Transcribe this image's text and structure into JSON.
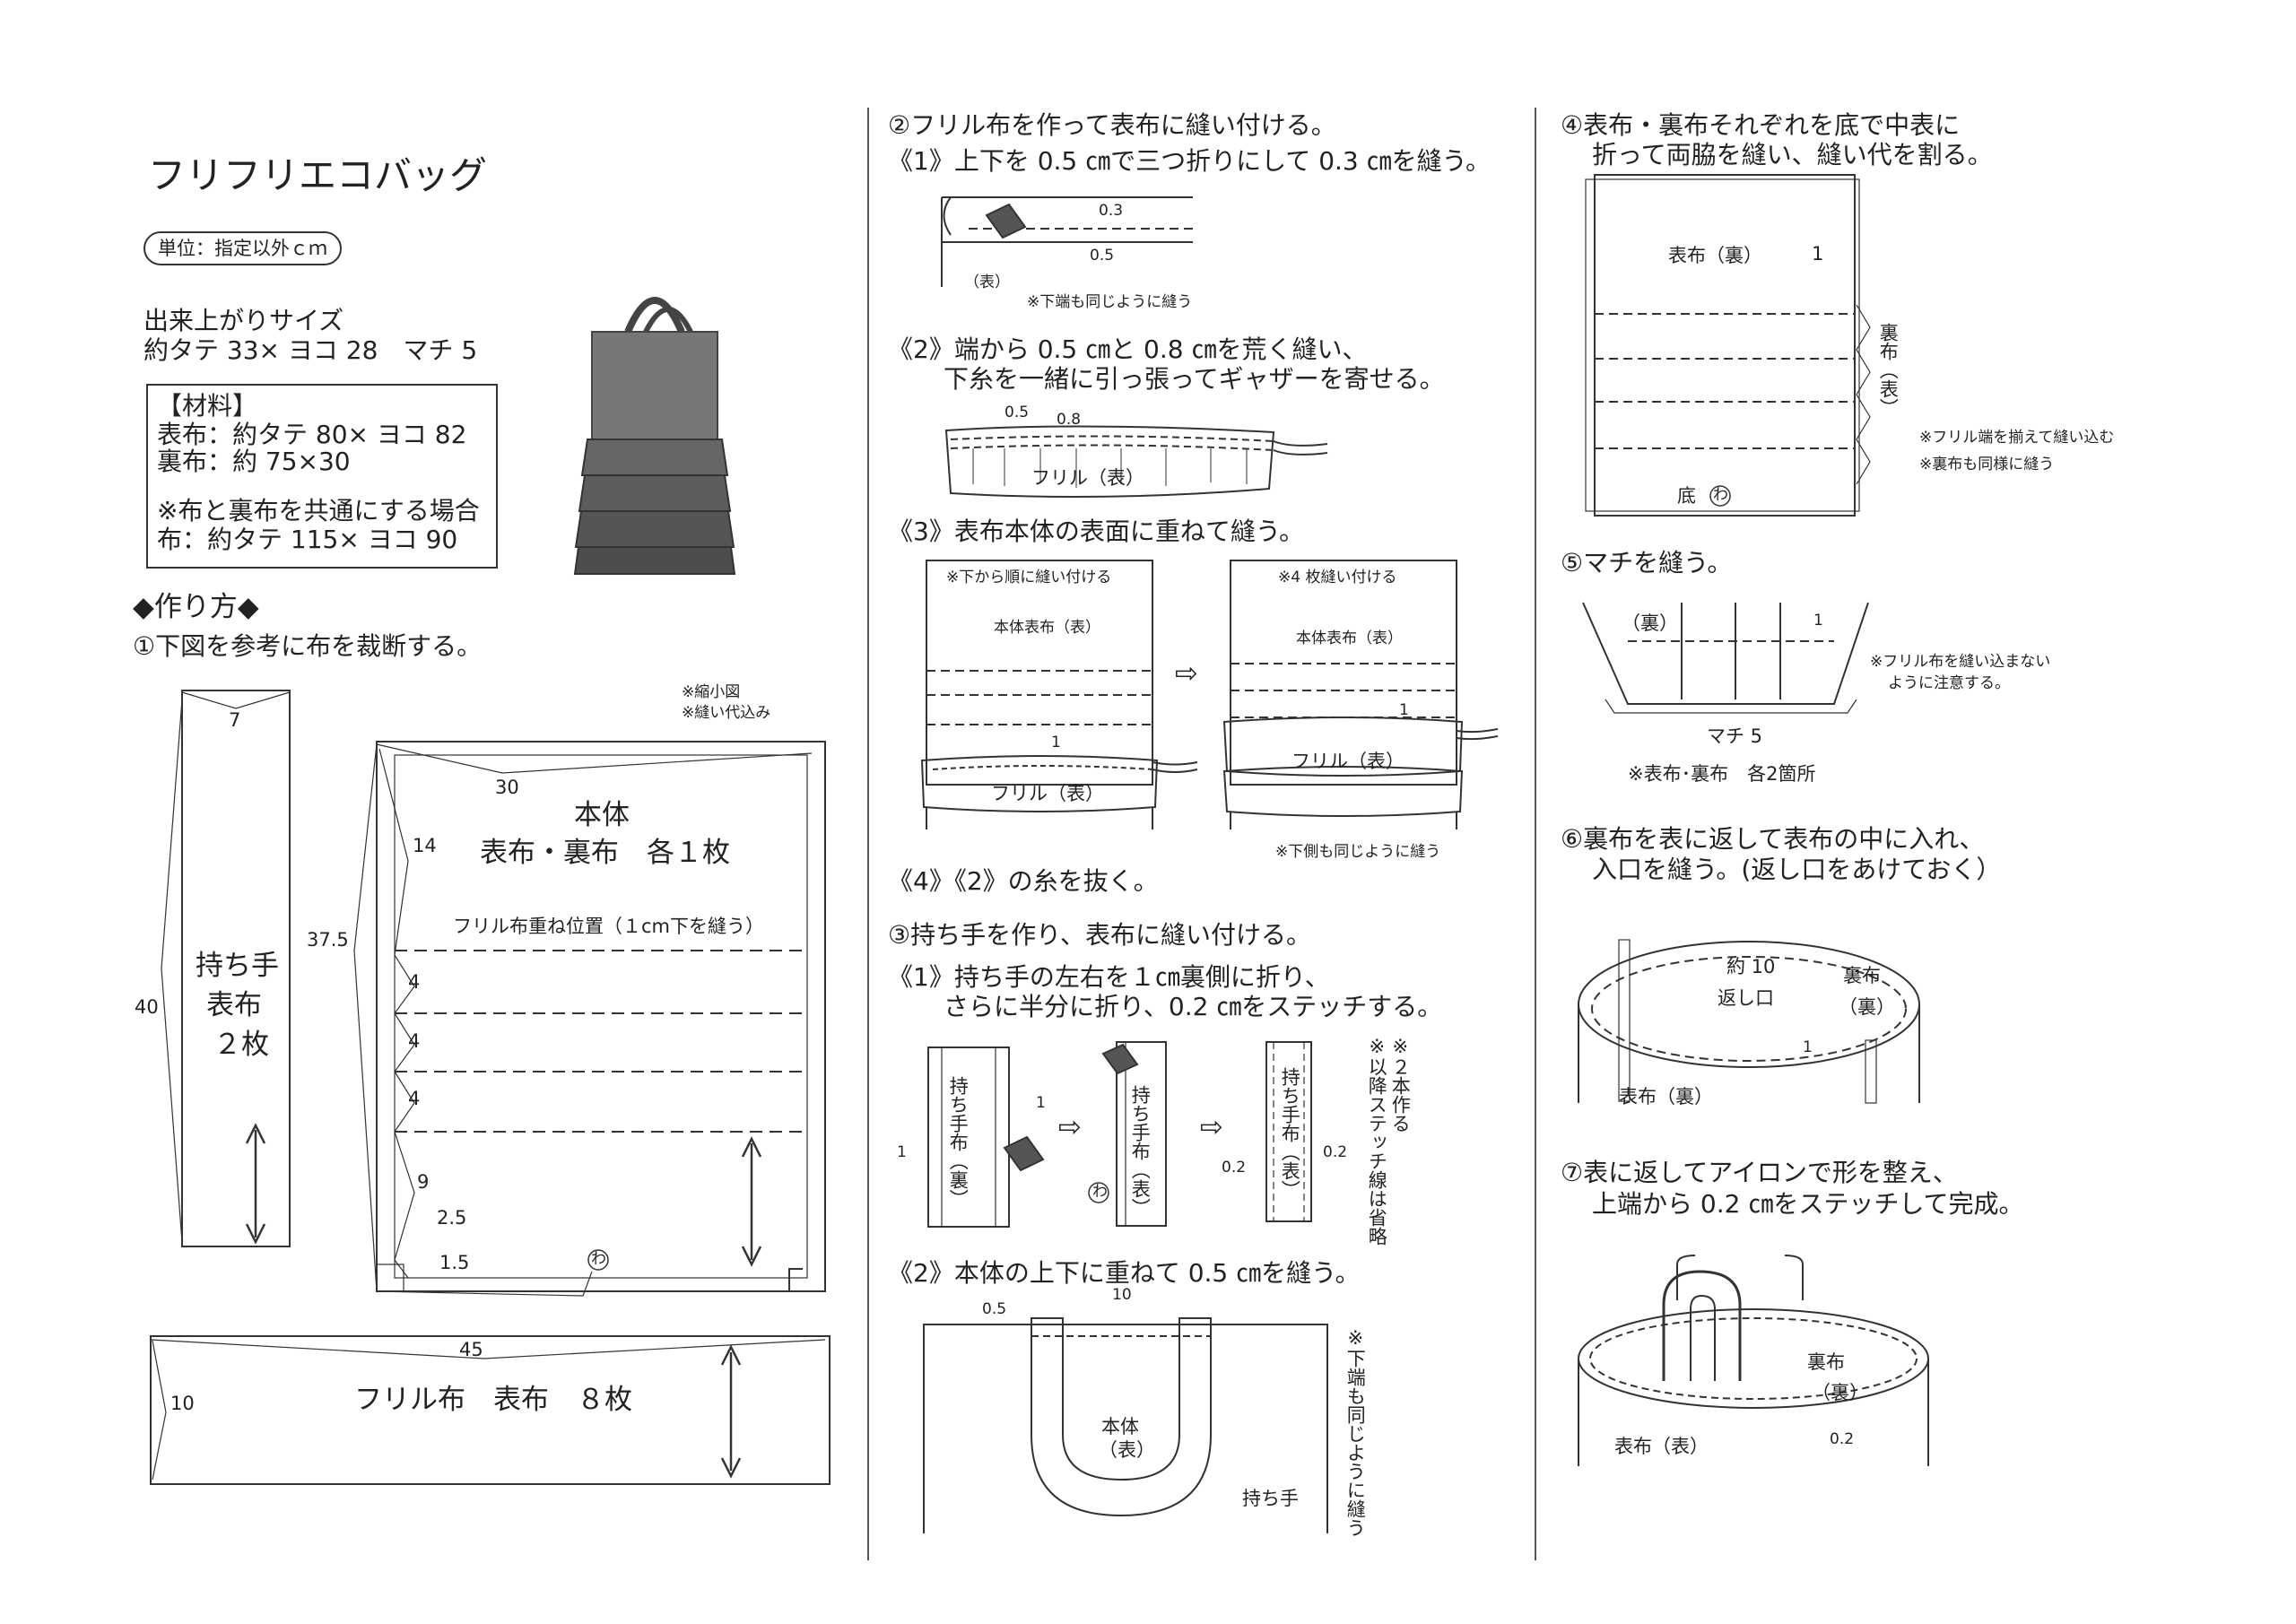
{
  "header": {
    "title": "フリフリエコバッグ",
    "unit_badge": "単位：指定以外ｃｍ",
    "size_label": "出来上がりサイズ",
    "size_value": "約タテ 33× ヨコ 28　マチ 5",
    "materials": {
      "heading": "【材料】",
      "outer": "表布：約タテ 80× ヨコ 82",
      "lining": "裏布：約 75×30",
      "note": "※布と裏布を共通にする場合",
      "common": "布：約タテ 115× ヨコ 90"
    }
  },
  "method": {
    "heading": "◆作り方◆",
    "step1": "①下図を参考に布を裁断する。",
    "cut_notes": [
      "※縮小図",
      "※縫い代込み"
    ],
    "handle": {
      "label_lines": [
        "持ち手",
        "表布",
        "２枚"
      ],
      "w": "7",
      "h": "40"
    },
    "body": {
      "label1": "本体",
      "label2": "表布・裏布　各１枚",
      "w": "30",
      "h": "37.5",
      "d14": "14",
      "d4": "4",
      "d9": "9",
      "d25": "2.5",
      "d15": "1.5",
      "wa": "わ",
      "ruffle_pos": "フリル布重ね位置（１cm下を縫う）"
    },
    "ruffle": {
      "label": "フリル布　表布　８枚",
      "w": "45",
      "h": "10"
    }
  },
  "col2": {
    "step2": "②フリル布を作って表布に縫い付ける。",
    "s2_1": "《1》上下を 0.5 ㎝で三つ折りにして 0.3 ㎝を縫う。",
    "s2_1_labels": {
      "a": "0.3",
      "b": "0.5",
      "omote": "（表）",
      "note": "※下端も同じように縫う"
    },
    "s2_2a": "《2》端から 0.5 ㎝と 0.8 ㎝を荒く縫い、",
    "s2_2b": "下糸を一緒に引っ張ってギャザーを寄せる。",
    "s2_2_labels": {
      "a": "0.5",
      "b": "0.8",
      "ruffle": "フリル（表）"
    },
    "s2_3": "《3》表布本体の表面に重ねて縫う。",
    "s2_3_labels": {
      "left_note": "※下から順に縫い付ける",
      "right_note": "※4 枚縫い付ける",
      "body": "本体表布（表）",
      "one": "1",
      "ruffle": "フリル（表）",
      "arrow": "⇨",
      "bottom_note": "※下側も同じように縫う"
    },
    "s2_4": "《4》《2》の糸を抜く。",
    "step3": "③持ち手を作り、表布に縫い付ける。",
    "s3_1a": "《1》持ち手の左右を１㎝裏側に折り、",
    "s3_1b": "さらに半分に折り、0.2 ㎝をステッチする。",
    "s3_1_labels": {
      "h1": "持ち手布（裏）",
      "h2": "持ち手布（表）",
      "h3": "持ち手布（表）",
      "one": "1",
      "d02": "0.2",
      "wa": "わ",
      "v1": "※２本作る",
      "v2": "※以降ステッチ線は省略",
      "arrow": "⇨"
    },
    "s3_2": "《2》本体の上下に重ねて 0.5 ㎝を縫う。",
    "s3_2_labels": {
      "d05": "0.5",
      "d10": "10",
      "body1": "本体",
      "body2": "（表）",
      "handle": "持ち手",
      "vnote": "※下端も同じように縫う"
    }
  },
  "col3": {
    "step4a": "④表布・裏布それぞれを底で中表に",
    "step4b": "折って両脇を縫い、縫い代を割る。",
    "s4_labels": {
      "outer": "表布（裏）",
      "one": "1",
      "lining": "裏布（表）",
      "bottom": "底",
      "wa": "わ",
      "note1": "※フリル端を揃えて縫い込む",
      "note2": "※裏布も同様に縫う"
    },
    "step5": "⑤マチを縫う。",
    "s5_labels": {
      "ura": "（裏）",
      "one": "1",
      "machi": "マチ 5",
      "note_a": "※フリル布を縫い込まない",
      "note_b": "ように注意する。",
      "note2": "※表布･裏布　各2箇所"
    },
    "step6a": "⑥裏布を表に返して表布の中に入れ、",
    "step6b": "入口を縫う。(返し口をあけておく）",
    "s6_labels": {
      "a": "約 10",
      "b": "返し口",
      "c": "裏布",
      "d": "（裏）",
      "one": "1",
      "outer": "表布（裏）"
    },
    "step7a": "⑦表に返してアイロンで形を整え、",
    "step7b": "上端から 0.2 ㎝をステッチして完成。",
    "s7_labels": {
      "lining": "裏布",
      "ura": "（裏）",
      "d02": "0.2",
      "outer": "表布（表）"
    }
  }
}
